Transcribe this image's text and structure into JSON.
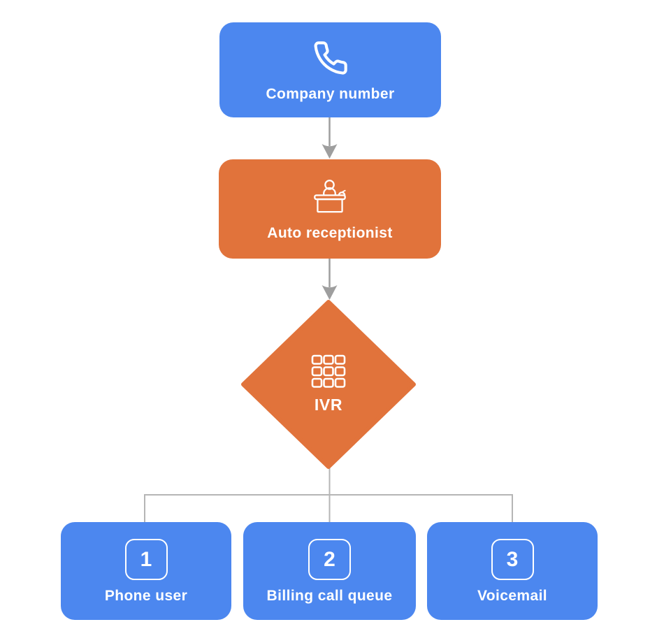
{
  "diagram": {
    "description": "Call routing flowchart",
    "colors": {
      "blue": "#4C87EF",
      "orange": "#E1733B",
      "connector": "#B5B5B5",
      "arrow": "#9E9E9E",
      "text": "#FFFFFF",
      "background": "#FFFFFF"
    },
    "nodes": {
      "company": {
        "label": "Company number",
        "shape": "rounded-rect",
        "color": "blue",
        "icon": "phone-icon"
      },
      "receptionist": {
        "label": "Auto receptionist",
        "shape": "rounded-rect",
        "color": "orange",
        "icon": "receptionist-desk-icon"
      },
      "ivr": {
        "label": "IVR",
        "shape": "diamond",
        "color": "orange",
        "icon": "keypad-icon"
      },
      "options": [
        {
          "key": "1",
          "label": "Phone user",
          "shape": "rounded-rect",
          "color": "blue",
          "icon": "keycap-1"
        },
        {
          "key": "2",
          "label": "Billing call queue",
          "shape": "rounded-rect",
          "color": "blue",
          "icon": "keycap-2"
        },
        {
          "key": "3",
          "label": "Voicemail",
          "shape": "rounded-rect",
          "color": "blue",
          "icon": "keycap-3"
        }
      ]
    },
    "edges": [
      {
        "from": "Company number",
        "to": "Auto receptionist",
        "type": "arrow"
      },
      {
        "from": "Auto receptionist",
        "to": "IVR",
        "type": "arrow"
      },
      {
        "from": "IVR",
        "to": "Phone user",
        "type": "line"
      },
      {
        "from": "IVR",
        "to": "Billing call queue",
        "type": "line"
      },
      {
        "from": "IVR",
        "to": "Voicemail",
        "type": "line"
      }
    ]
  }
}
